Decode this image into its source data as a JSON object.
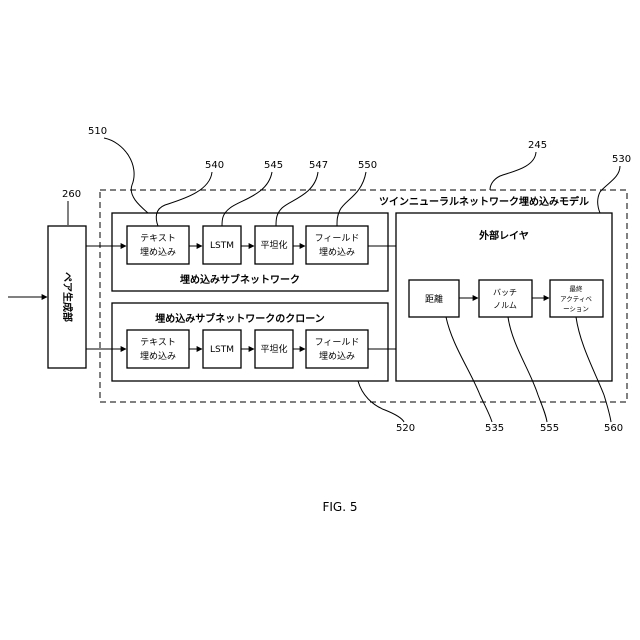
{
  "figure_label": "FIG. 5",
  "pair_generator": {
    "label": "ペア生成部",
    "ref": "260"
  },
  "model": {
    "title": "ツインニューラルネットワーク埋め込みモデル",
    "ref": "245",
    "ref_outer": "530"
  },
  "subnetwork": {
    "title": "埋め込みサブネットワーク",
    "ref": "510",
    "blocks": {
      "text_embed": {
        "line1": "テキスト",
        "line2": "埋め込み"
      },
      "lstm": "LSTM",
      "flatten": "平坦化",
      "field_embed": {
        "line1": "フィールド",
        "line2": "埋め込み"
      }
    },
    "refs": {
      "text_embed": "540",
      "lstm": "545",
      "flatten": "547",
      "field_embed": "550"
    }
  },
  "clone": {
    "title": "埋め込みサブネットワークのクローン",
    "ref": "520",
    "blocks": {
      "text_embed": {
        "line1": "テキスト",
        "line2": "埋め込み"
      },
      "lstm": "LSTM",
      "flatten": "平坦化",
      "field_embed": {
        "line1": "フィールド",
        "line2": "埋め込み"
      }
    }
  },
  "outer_layer": {
    "title": "外部レイヤ",
    "distance": "距離",
    "batchnorm": {
      "line1": "バッチ",
      "line2": "ノルム"
    },
    "activation": {
      "line1": "最終",
      "line2": "アクティベ",
      "line3": "ーション"
    },
    "refs": {
      "distance": "535",
      "batchnorm": "555",
      "activation": "560"
    }
  }
}
